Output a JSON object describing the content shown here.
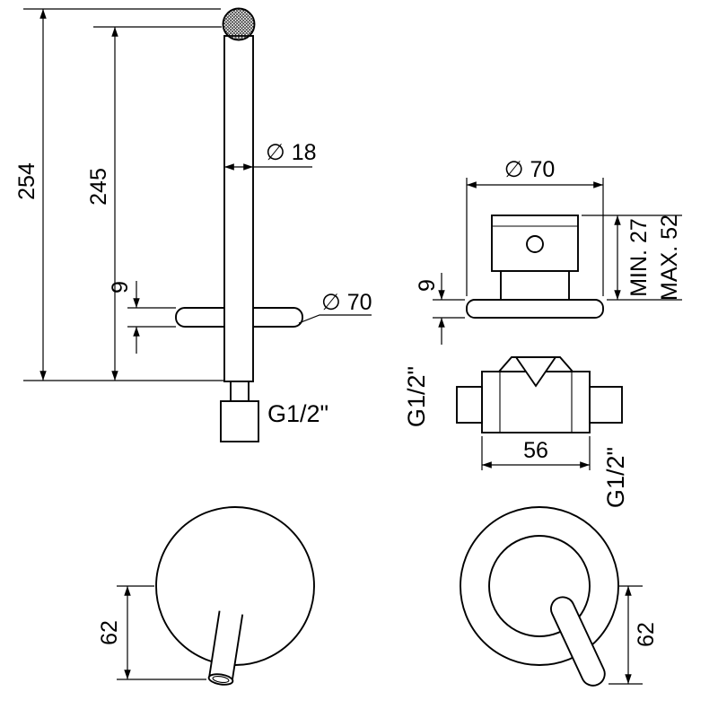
{
  "drawing": {
    "type": "technical-dimension-drawing",
    "subject": "wall-mounted basin mixer tap with spout",
    "spout_side": {
      "height_total": "254",
      "height_spout": "245",
      "spout_diameter": "∅ 18",
      "plate_thickness": "9",
      "plate_diameter": "∅ 70",
      "connection": "G1/2\""
    },
    "mixer_side": {
      "plate_diameter": "∅ 70",
      "depth_min": "MIN. 27",
      "depth_max": "MAX. 52",
      "plate_thickness": "9",
      "connection_left": "G1/2\"",
      "body_width": "56",
      "connection_right": "G1/2\""
    },
    "spout_front": {
      "projection": "62"
    },
    "mixer_front": {
      "projection": "62"
    }
  }
}
